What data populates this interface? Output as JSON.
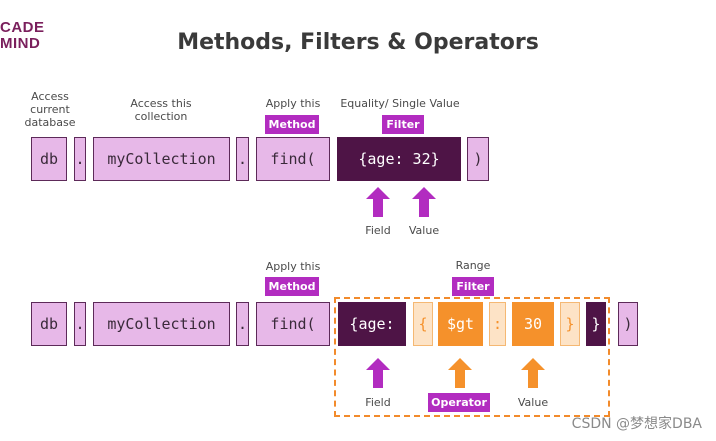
{
  "logo": {
    "line1": "CADE",
    "line2": "MIND"
  },
  "title": "Methods, Filters & Operators",
  "row1": {
    "captions": {
      "database": "Access current database",
      "collection": "Access this collection",
      "method": "Apply this",
      "filter": "Equality/ Single Value"
    },
    "tags": {
      "method": "Method",
      "filter": "Filter"
    },
    "boxes": {
      "db": "db",
      "dot1": ".",
      "collection": "myCollection",
      "dot2": ".",
      "find": "find(",
      "filter": "{age: 32}",
      "close": ")"
    },
    "arrow_labels": {
      "field": "Field",
      "value": "Value"
    }
  },
  "row2": {
    "captions": {
      "method": "Apply this",
      "range": "Range"
    },
    "tags": {
      "method": "Method",
      "filter": "Filter",
      "operator": "Operator"
    },
    "boxes": {
      "db": "db",
      "dot1": ".",
      "collection": "myCollection",
      "dot2": ".",
      "find": "find(",
      "field": "{age:",
      "open_brace": "{",
      "operator": "$gt",
      "colon": ":",
      "value": "30",
      "close_brace": "}",
      "outer_close": "}",
      "close": ")"
    },
    "arrow_labels": {
      "field": "Field",
      "value": "Value"
    }
  },
  "colors": {
    "method_tag": "#b22cc0",
    "box_light": "#e7b8e8",
    "box_dark": "#4e1446",
    "arrow_purple": "#b22cc0",
    "arrow_orange": "#f5912b"
  },
  "watermark": "CSDN @梦想家DBA"
}
